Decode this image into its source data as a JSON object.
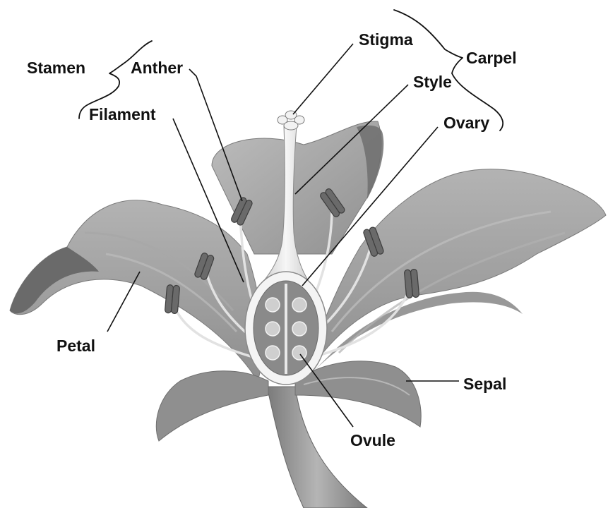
{
  "labels": {
    "stamen": "Stamen",
    "anther": "Anther",
    "filament": "Filament",
    "stigma": "Stigma",
    "style": "Style",
    "carpel": "Carpel",
    "ovary": "Ovary",
    "petal": "Petal",
    "sepal": "Sepal",
    "ovule": "Ovule"
  },
  "colors": {
    "petal_fill": "#9a9a9a",
    "petal_dark": "#6f6f6f",
    "petal_light": "#c4c4c4",
    "anther_fill": "#6a6a6a",
    "ovary_cavity": "#8a8a8a",
    "ovule_fill": "#c8c8c8",
    "text": "#111111"
  }
}
